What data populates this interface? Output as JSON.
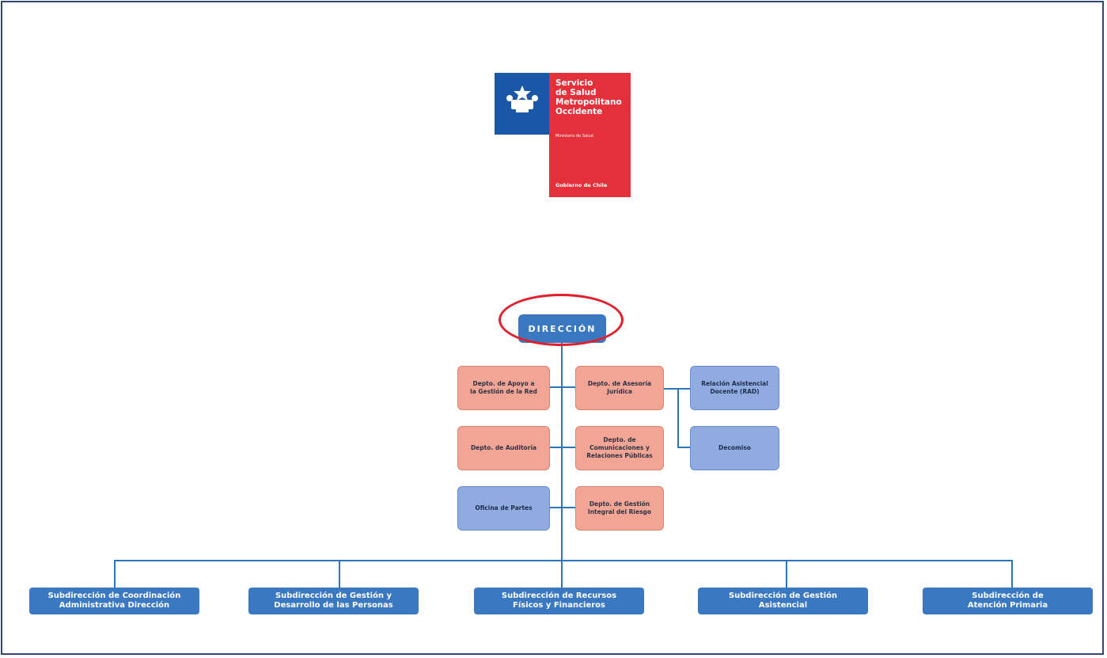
{
  "logo": {
    "title": "Servicio\nde Salud\nMetropolitano\nOccidente",
    "ministry": "Ministerio de Salud",
    "government": "Gobierno de Chile",
    "colors": {
      "blue": "#1a57a6",
      "red": "#e4303a"
    }
  },
  "org_chart": {
    "top": "DIRECCIÓN",
    "highlight_color": "#e21e2a",
    "staff_left": [
      "Depto. de Apoyo a\nla Gestión de la Red",
      "Depto. de Auditoría",
      "Oficina de Partes"
    ],
    "staff_right": [
      "Depto. de Asesoría\nJurídica",
      "Depto. de\nComunicaciones y\nRelaciones Públicas",
      "Depto. de Gestión\nIntegral del Riesgo"
    ],
    "legal_units": [
      "Relación Asistencial\nDocente (RAD)",
      "Decomiso"
    ],
    "subdirections": [
      "Subdirección de Coordinación\nAdministrativa Dirección",
      "Subdirección de Gestión y\nDesarrollo de las Personas",
      "Subdirección de Recursos\nFísicos y Financieros",
      "Subdirección de Gestión\nAsistencial",
      "Subdirección de\nAtención Primaria"
    ],
    "colors": {
      "main": "#3a78c1",
      "department": "#f2a594",
      "unit": "#8fabdf"
    }
  }
}
